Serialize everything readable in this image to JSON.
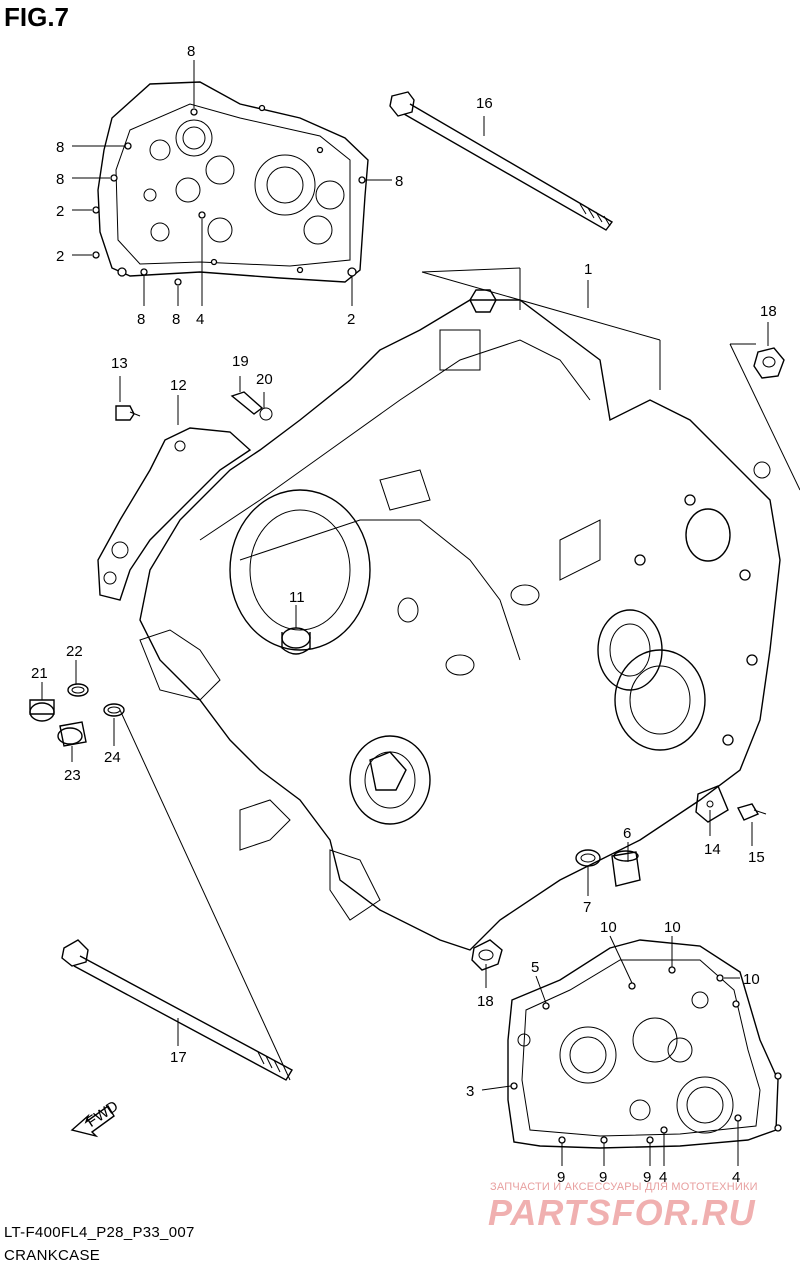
{
  "figure": {
    "title": "FIG.7",
    "code": "LT-F400FL4_P28_P33_007",
    "name": "CRANKCASE"
  },
  "callouts": {
    "c1": "1",
    "c2a": "2",
    "c2b": "2",
    "c2c": "2",
    "c3": "3",
    "c4a": "4",
    "c4b": "4",
    "c4c": "4",
    "c5": "5",
    "c6": "6",
    "c7": "7",
    "c8a": "8",
    "c8b": "8",
    "c8c": "8",
    "c8d": "8",
    "c8e": "8",
    "c8f": "8",
    "c9a": "9",
    "c9b": "9",
    "c9c": "9",
    "c10a": "10",
    "c10b": "10",
    "c10c": "10",
    "c11": "11",
    "c12": "12",
    "c13": "13",
    "c14": "14",
    "c15": "15",
    "c16": "16",
    "c17": "17",
    "c18a": "18",
    "c18b": "18",
    "c19": "19",
    "c20": "20",
    "c21": "21",
    "c22": "22",
    "c23": "23",
    "c24": "24"
  },
  "fwd_label": "FWD",
  "watermark": {
    "tagline": "ЗАПЧАСТИ И АКСЕССУАРЫ ДЛЯ МОТОТЕХНИКИ",
    "brand": "PARTSFOR.RU"
  }
}
